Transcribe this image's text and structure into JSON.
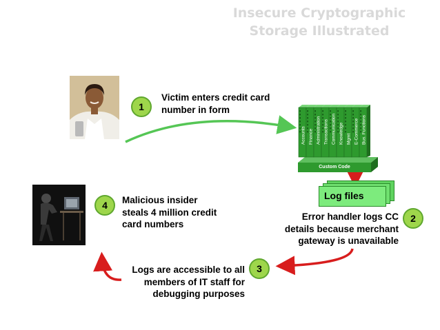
{
  "title": {
    "line1": "Insecure Cryptographic",
    "line2": "Storage Illustrated"
  },
  "steps": [
    {
      "number": "1",
      "lines": [
        "Victim enters credit card",
        "number in form"
      ]
    },
    {
      "number": "2",
      "lines": [
        "Error handler logs CC",
        "details because merchant",
        "gateway is unavailable"
      ]
    },
    {
      "number": "3",
      "lines": [
        "Logs are accessible to all",
        "members of IT staff for",
        "debugging purposes"
      ]
    },
    {
      "number": "4",
      "lines": [
        "Malicious insider",
        "steals 4 million credit",
        "card numbers"
      ]
    }
  ],
  "app_stack": {
    "modules": [
      "Accounts",
      "Finance",
      "Administration",
      "Transactions",
      "Communication",
      "Knowledge",
      "Mgmt",
      "E-Commerce",
      "Bus. Functions"
    ],
    "base_label": "Custom Code",
    "color": "#2e9a2e"
  },
  "log_files_label": "Log files",
  "colors": {
    "green_arrow": "#55c655",
    "red_arrow": "#d81d1d",
    "badge_fill": "#9ed64b",
    "title": "#d9d9d9"
  }
}
